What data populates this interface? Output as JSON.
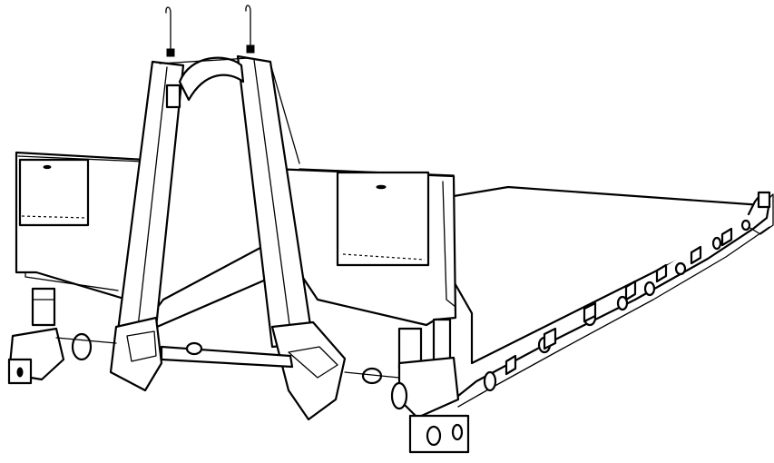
{
  "illustration": {
    "subject": "flatrack-with-a-frame-lifting-bail",
    "line_color": "#000000",
    "background_color": "#ffffff"
  },
  "parts": {
    "tie_down_ring_count": 12,
    "corner_fitting_count": 3,
    "end_wall_panel_count": 2,
    "lifting_eye_count": 2
  }
}
